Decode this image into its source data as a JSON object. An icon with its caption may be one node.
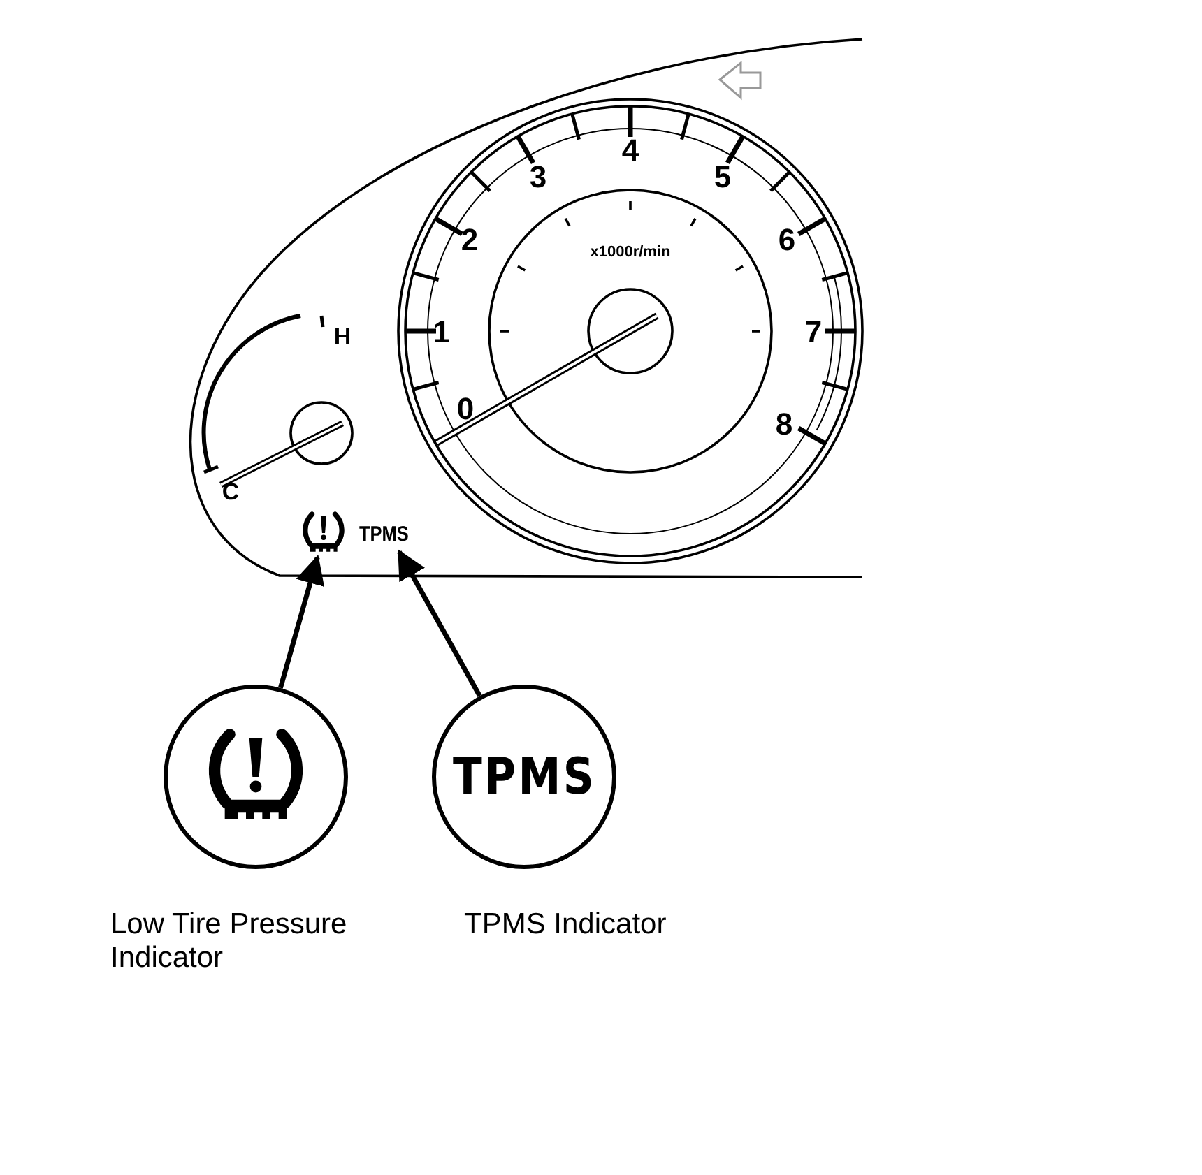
{
  "diagram": {
    "nodes": [
      {
        "text": [],
        "shape": "icon"
      },
      {
        "text": [
          "TPMS"
        ]
      },
      {
        "text": [],
        "shape": "circle",
        "beside": [
          "Low Tire Pressure Indicator"
        ]
      },
      {
        "text": [
          "TPMS"
        ],
        "beside": [
          "TPMS Indicator"
        ]
      }
    ],
    "edges": [
      {
        "from": 2,
        "to": 0,
        "arrow": "to"
      },
      {
        "from": 3,
        "to": 1,
        "arrow": "to"
      }
    ],
    "labels": [
      "4",
      "3",
      "5",
      "2",
      "6",
      "x1000r/min",
      "H",
      "1",
      "7",
      "0",
      "8",
      "C"
    ]
  }
}
